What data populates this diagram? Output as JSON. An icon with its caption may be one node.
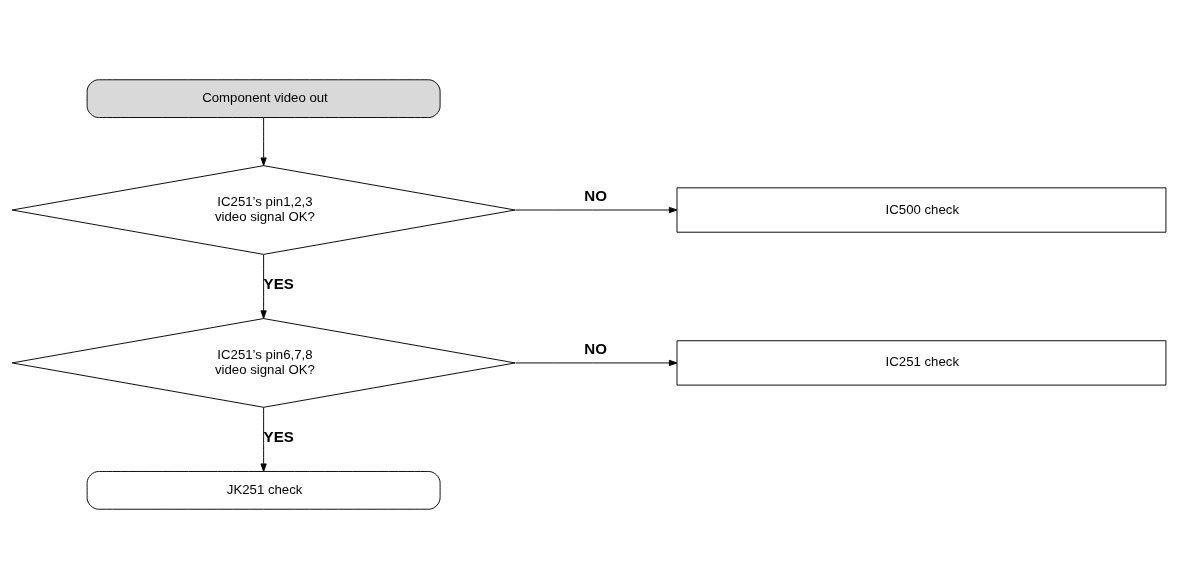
{
  "diagram": {
    "nodes": [
      {
        "text": [
          "Component video out"
        ]
      },
      {
        "text": [
          "IC251’s pin1,2,3 video signal OK?"
        ]
      },
      {
        "text": [
          "IC500 check"
        ]
      },
      {
        "text": [
          "IC251’s pin6,7,8 video signal OK?"
        ]
      },
      {
        "text": [
          "IC251 check"
        ]
      },
      {
        "text": [
          "JK251 check"
        ]
      }
    ],
    "edges": [
      {
        "from": 0,
        "to": 1,
        "arrow": "to"
      },
      {
        "from": 1,
        "to": 2,
        "arrow": "to",
        "label": "NO"
      },
      {
        "from": 1,
        "to": 3,
        "arrow": "to",
        "label": "YES"
      },
      {
        "from": 3,
        "to": 4,
        "arrow": "to",
        "label": "NO"
      },
      {
        "from": 3,
        "to": 5,
        "arrow": "to",
        "label": "YES"
      }
    ]
  }
}
